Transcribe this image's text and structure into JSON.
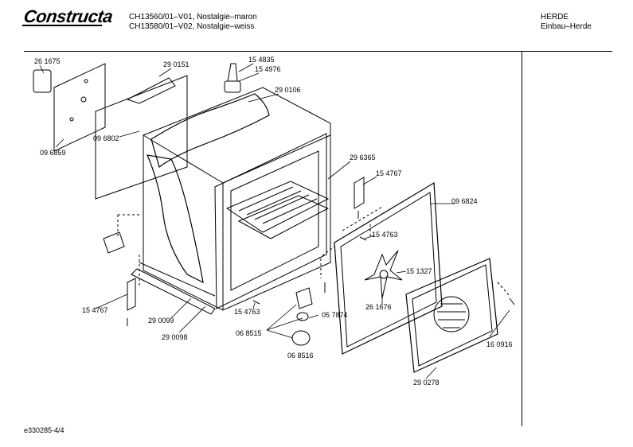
{
  "header": {
    "brand": "Constructa",
    "model_lines": [
      "CH13560/01–V01, Nostalgie–maron",
      "CH13580/01–V02, Nostalgie–weiss"
    ],
    "category_lines": [
      "HERDE",
      "Einbau–Herde"
    ]
  },
  "footer": {
    "doc_ref": "e330285-4/4"
  },
  "part_labels": [
    "26 1675",
    "29 0151",
    "15 4835",
    "15 4976",
    "29 0106",
    "09 6802",
    "09 6859",
    "29 6365",
    "15 4767",
    "09 6824",
    "15 4763",
    "15 1327",
    "26 1676",
    "15 4767",
    "29 0099",
    "29 0098",
    "15 4763",
    "05 7874",
    "06 8515",
    "06 8516",
    "16 0916",
    "29 0278"
  ]
}
